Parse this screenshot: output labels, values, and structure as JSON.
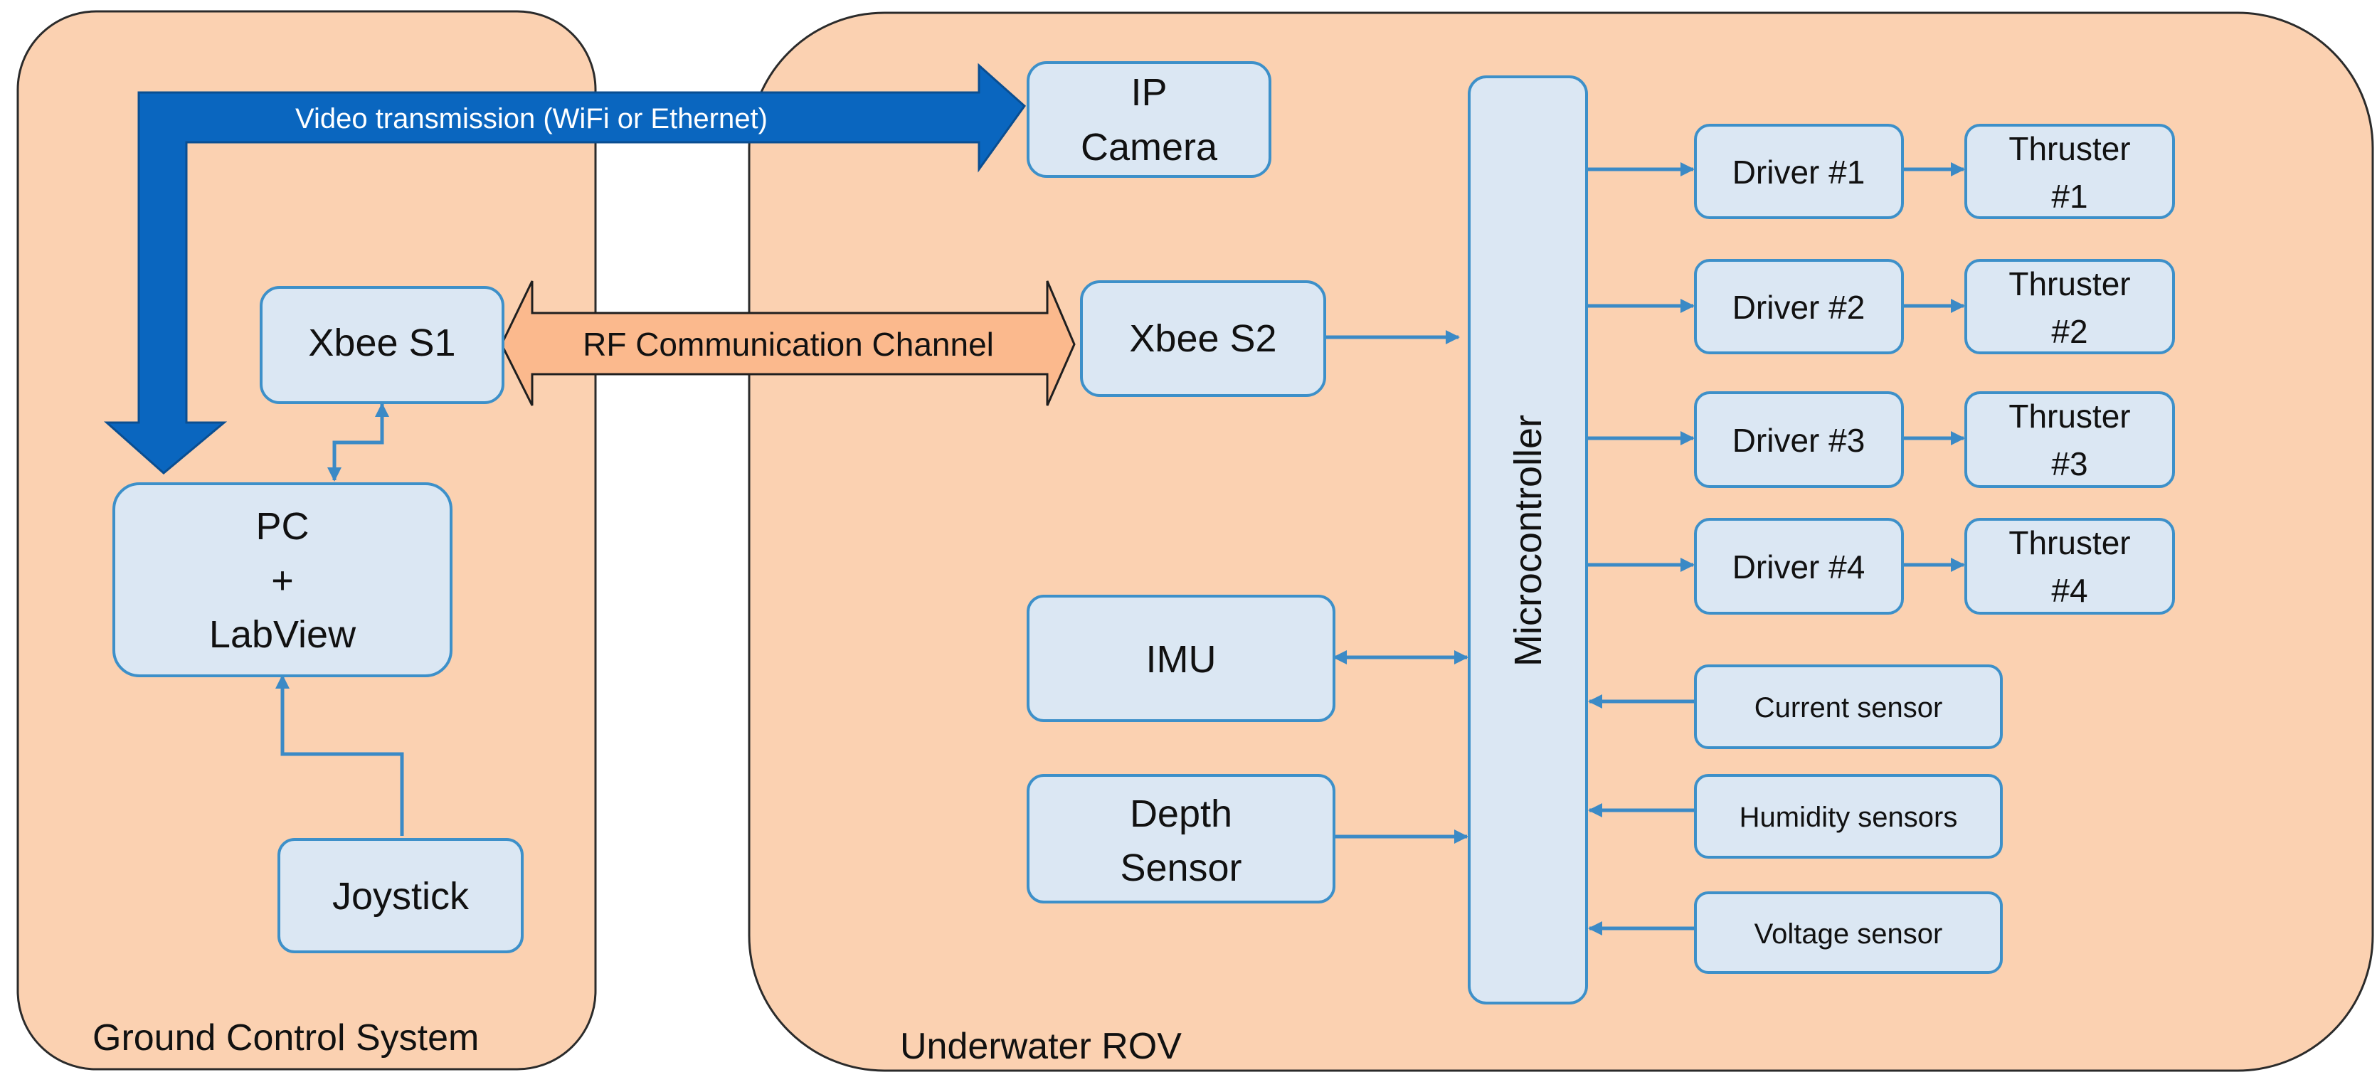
{
  "regions": {
    "ground": "Ground Control System",
    "rov": "Underwater ROV"
  },
  "links": {
    "video": "Video transmission (WiFi or Ethernet)",
    "rf": "RF Communication Channel"
  },
  "blocks": {
    "ip_camera": [
      "IP",
      "Camera"
    ],
    "xbee_s1": "Xbee S1",
    "xbee_s2": "Xbee S2",
    "pc": [
      "PC",
      "+",
      "LabView"
    ],
    "joystick": "Joystick",
    "microcontroller": "Microcontroller",
    "imu": "IMU",
    "depth_sensor": [
      "Depth",
      "Sensor"
    ],
    "drivers": [
      "Driver #1",
      "Driver #2",
      "Driver #3",
      "Driver #4"
    ],
    "thrusters": [
      [
        "Thruster",
        "#1"
      ],
      [
        "Thruster",
        "#2"
      ],
      [
        "Thruster",
        "#3"
      ],
      [
        "Thruster",
        "#4"
      ]
    ],
    "current_sensor": "Current sensor",
    "humidity_sensors": "Humidity sensors",
    "voltage_sensor": "Voltage sensor"
  },
  "colors": {
    "region_fill": "#fbd1b1",
    "box_fill": "#dbe7f3",
    "box_stroke": "#3d90c9",
    "video_arrow": "#0a66bf",
    "rf_arrow": "#fbb98d",
    "connector": "#3b8ac6"
  }
}
